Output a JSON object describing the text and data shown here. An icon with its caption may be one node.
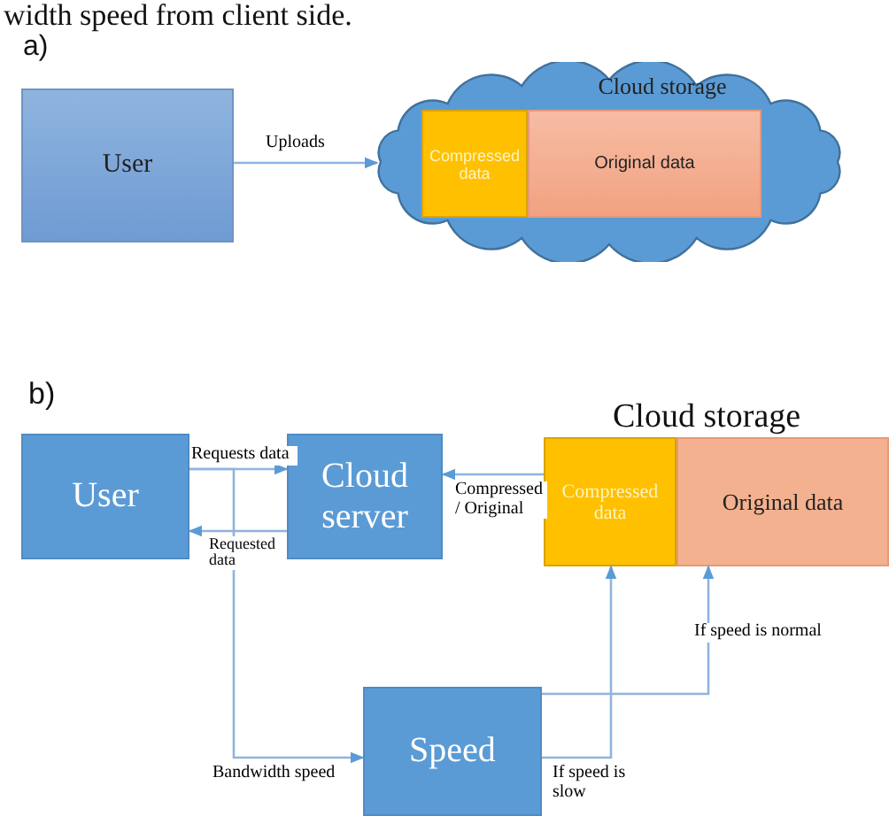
{
  "diagram": {
    "nodes": [
      {
        "text": [
          "User"
        ]
      },
      {
        "text": [
          "Cloud storage"
        ]
      },
      {
        "text": [
          "Compressed data"
        ],
        "in": 1
      },
      {
        "text": [
          "Original data"
        ],
        "in": 1
      },
      {
        "text": [
          "User"
        ]
      },
      {
        "text": [
          "Cloud server"
        ]
      },
      {
        "text": [
          "Compressed data"
        ]
      },
      {
        "text": [
          "Original data"
        ]
      },
      {
        "text": [
          "Speed"
        ]
      }
    ],
    "edges": [
      {
        "from": 0,
        "to": 1,
        "arrow": "to",
        "label": "Uploads"
      },
      {
        "from": 4,
        "to": 5,
        "arrow": "to",
        "label": "Requests data"
      },
      {
        "from": 5,
        "to": 4,
        "arrow": "to",
        "label": "Requested data"
      },
      {
        "from": 6,
        "to": 5,
        "arrow": "to",
        "label": "Compressed / Original"
      },
      {
        "from": 4,
        "to": 8,
        "arrow": "to",
        "label": "Bandwidth speed"
      },
      {
        "from": 8,
        "to": 6,
        "arrow": "to",
        "label": "If speed is slow"
      },
      {
        "from": 8,
        "to": 7,
        "arrow": "to",
        "label": "If speed is normal"
      }
    ],
    "labels": [
      "width speed from client side.",
      "a)",
      "b)",
      "Cloud storage"
    ]
  }
}
